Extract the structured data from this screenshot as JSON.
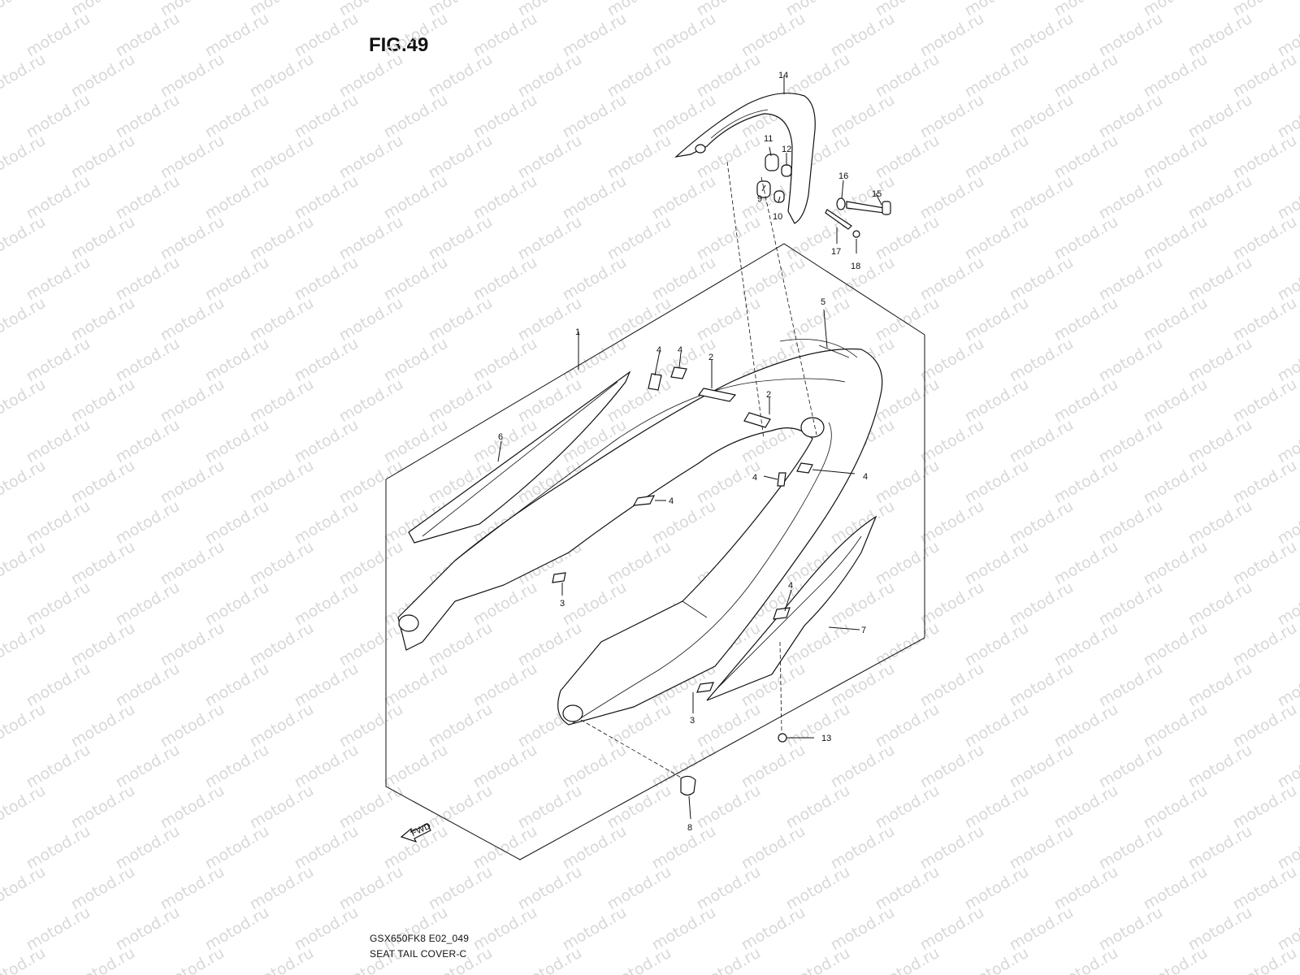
{
  "figure": {
    "title": "FIG.49",
    "model_code": "GSX650FK8 E02_049",
    "caption": "SEAT TAIL COVER-C",
    "watermark": "motod.ru",
    "fwd_label": "FWD"
  },
  "callouts": [
    "1",
    "2",
    "2",
    "3",
    "3",
    "4",
    "4",
    "4",
    "4",
    "4",
    "4",
    "5",
    "6",
    "7",
    "8",
    "9",
    "10",
    "11",
    "12",
    "13",
    "14",
    "15",
    "16",
    "17",
    "18"
  ],
  "colors": {
    "line": "#111111",
    "watermark": "#d8d8d8",
    "background": "#ffffff"
  }
}
